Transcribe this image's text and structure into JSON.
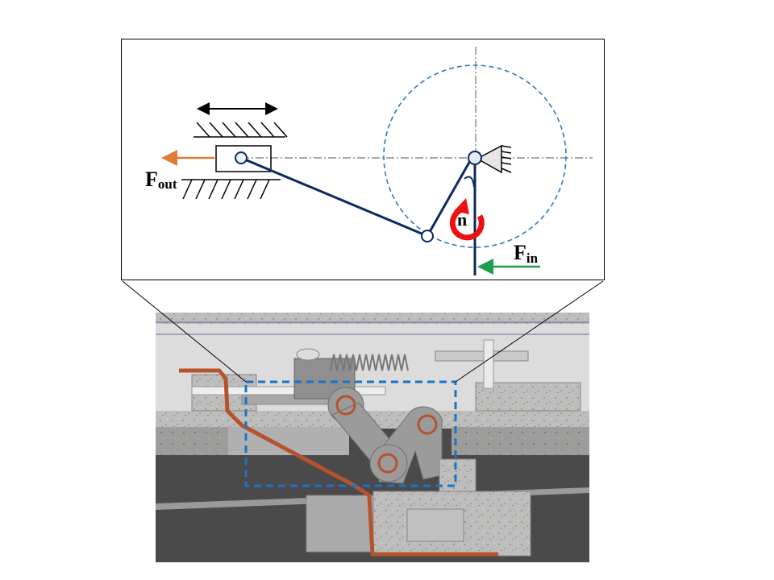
{
  "schematic": {
    "force_out": {
      "symbol": "F",
      "subscript": "out"
    },
    "force_in": {
      "symbol": "F",
      "subscript": "in"
    },
    "rotation_label": "n"
  },
  "colors": {
    "link": "#0b2a5e",
    "circle_path": "#2a7bbf",
    "force_out_arrow": "#e07b39",
    "force_in_arrow": "#1aa14a",
    "rotation_arrow": "#ee1111",
    "cable": "#b5532e",
    "detail_box": "#1a73c9"
  }
}
